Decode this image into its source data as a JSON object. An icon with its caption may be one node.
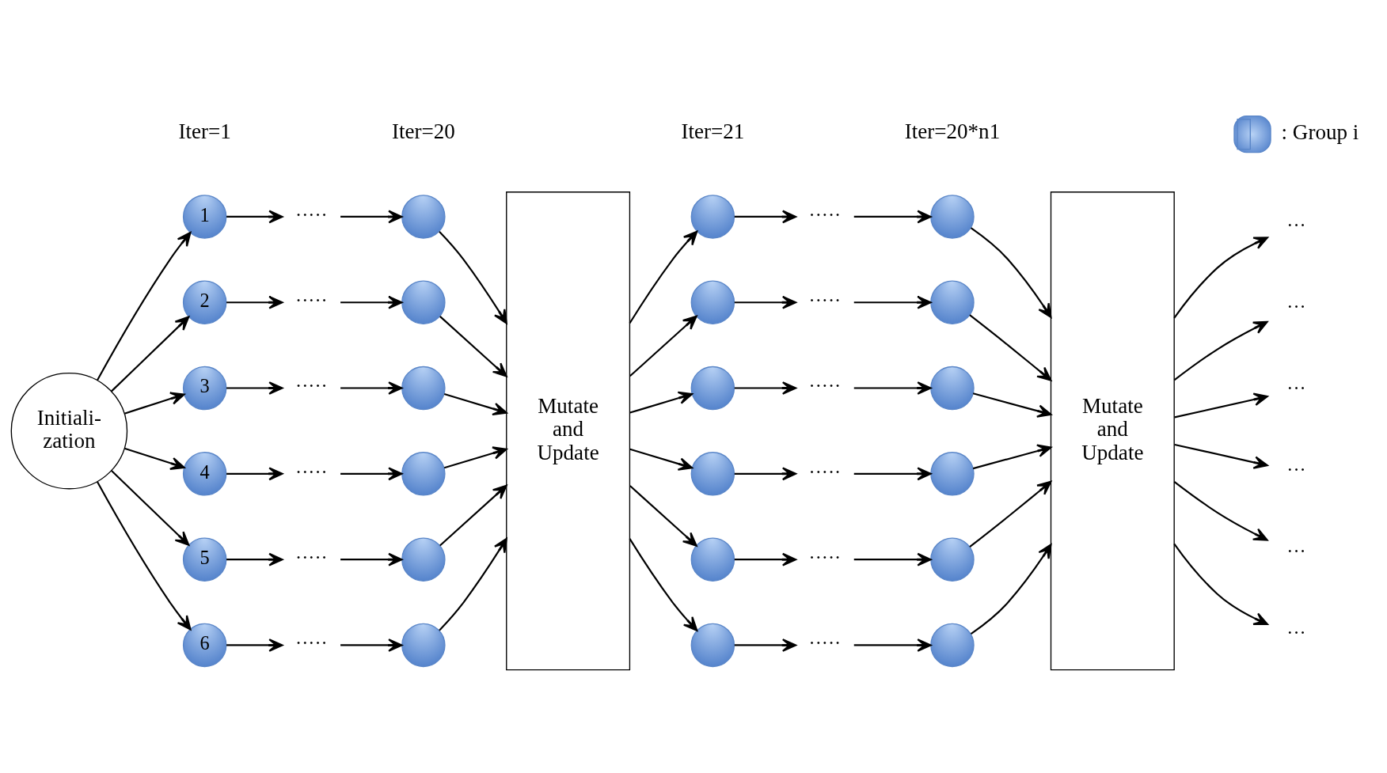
{
  "diagram": {
    "nodes": [
      {
        "text": [
          "Initiali- zation"
        ]
      },
      {
        "text": [
          "1"
        ]
      },
      {
        "text": [
          "2"
        ]
      },
      {
        "text": [
          "3"
        ]
      },
      {
        "text": [
          "4"
        ]
      },
      {
        "text": [
          "5"
        ]
      },
      {
        "text": [
          "6"
        ]
      },
      {
        "text": [
          "·····"
        ]
      },
      {
        "text": [
          "·····"
        ]
      },
      {
        "text": [
          "·····"
        ]
      },
      {
        "text": [
          "·····"
        ]
      },
      {
        "text": [
          "·····"
        ]
      },
      {
        "text": [
          "·····"
        ]
      },
      {
        "text": [],
        "shape": "circle"
      },
      {
        "text": [],
        "shape": "circle"
      },
      {
        "text": [],
        "shape": "circle"
      },
      {
        "text": [],
        "shape": "circle"
      },
      {
        "text": [],
        "shape": "circle"
      },
      {
        "text": [],
        "shape": "circle"
      },
      {
        "text": [
          "Mutate and Update"
        ]
      },
      {
        "text": [],
        "shape": "circle"
      },
      {
        "text": [],
        "shape": "circle"
      },
      {
        "text": [],
        "shape": "circle"
      },
      {
        "text": [],
        "shape": "circle"
      },
      {
        "text": [],
        "shape": "circle"
      },
      {
        "text": [],
        "shape": "circle"
      },
      {
        "text": [
          "·····"
        ]
      },
      {
        "text": [
          "·····"
        ]
      },
      {
        "text": [
          "·····"
        ]
      },
      {
        "text": [
          "·····"
        ]
      },
      {
        "text": [
          "·····"
        ]
      },
      {
        "text": [
          "·····"
        ]
      },
      {
        "text": [],
        "shape": "circle"
      },
      {
        "text": [],
        "shape": "circle"
      },
      {
        "text": [],
        "shape": "circle"
      },
      {
        "text": [],
        "shape": "circle"
      },
      {
        "text": [],
        "shape": "circle"
      },
      {
        "text": [],
        "shape": "circle"
      },
      {
        "text": [
          "Mutate and Update"
        ]
      },
      {
        "text": [
          "···"
        ]
      },
      {
        "text": [
          "···"
        ]
      },
      {
        "text": [
          "···"
        ]
      },
      {
        "text": [
          "···"
        ]
      },
      {
        "text": [
          "···"
        ]
      },
      {
        "text": [
          "···"
        ]
      }
    ],
    "edges": [
      {
        "from": 0,
        "to": 1,
        "arrow": "to"
      },
      {
        "from": 0,
        "to": 2,
        "arrow": "to"
      },
      {
        "from": 0,
        "to": 3,
        "arrow": "to"
      },
      {
        "from": 0,
        "to": 4,
        "arrow": "to"
      },
      {
        "from": 0,
        "to": 5,
        "arrow": "to"
      },
      {
        "from": 0,
        "to": 6,
        "arrow": "to"
      },
      {
        "from": 1,
        "to": 7,
        "arrow": "to"
      },
      {
        "from": 2,
        "to": 8,
        "arrow": "to"
      },
      {
        "from": 3,
        "to": 9,
        "arrow": "to"
      },
      {
        "from": 4,
        "to": 10,
        "arrow": "to"
      },
      {
        "from": 5,
        "to": 11,
        "arrow": "to"
      },
      {
        "from": 6,
        "to": 12,
        "arrow": "to"
      },
      {
        "from": 7,
        "to": 13,
        "arrow": "to"
      },
      {
        "from": 8,
        "to": 14,
        "arrow": "to"
      },
      {
        "from": 9,
        "to": 15,
        "arrow": "to"
      },
      {
        "from": 10,
        "to": 16,
        "arrow": "to"
      },
      {
        "from": 11,
        "to": 17,
        "arrow": "to"
      },
      {
        "from": 12,
        "to": 18,
        "arrow": "to"
      },
      {
        "from": 13,
        "to": 19,
        "arrow": "to"
      },
      {
        "from": 14,
        "to": 19,
        "arrow": "to"
      },
      {
        "from": 15,
        "to": 19,
        "arrow": "to"
      },
      {
        "from": 16,
        "to": 19,
        "arrow": "to"
      },
      {
        "from": 17,
        "to": 19,
        "arrow": "to"
      },
      {
        "from": 18,
        "to": 19,
        "arrow": "to"
      },
      {
        "from": 19,
        "to": 20,
        "arrow": "to"
      },
      {
        "from": 19,
        "to": 21,
        "arrow": "to"
      },
      {
        "from": 19,
        "to": 22,
        "arrow": "to"
      },
      {
        "from": 19,
        "to": 23,
        "arrow": "to"
      },
      {
        "from": 19,
        "to": 24,
        "arrow": "to"
      },
      {
        "from": 19,
        "to": 25,
        "arrow": "to"
      },
      {
        "from": 20,
        "to": 26,
        "arrow": "to"
      },
      {
        "from": 21,
        "to": 27,
        "arrow": "to"
      },
      {
        "from": 22,
        "to": 28,
        "arrow": "to"
      },
      {
        "from": 23,
        "to": 29,
        "arrow": "to"
      },
      {
        "from": 24,
        "to": 30,
        "arrow": "to"
      },
      {
        "from": 25,
        "to": 31,
        "arrow": "to"
      },
      {
        "from": 26,
        "to": 32,
        "arrow": "to"
      },
      {
        "from": 27,
        "to": 33,
        "arrow": "to"
      },
      {
        "from": 28,
        "to": 34,
        "arrow": "to"
      },
      {
        "from": 29,
        "to": 35,
        "arrow": "to"
      },
      {
        "from": 30,
        "to": 36,
        "arrow": "to"
      },
      {
        "from": 31,
        "to": 37,
        "arrow": "to"
      },
      {
        "from": 32,
        "to": 38,
        "arrow": "to"
      },
      {
        "from": 33,
        "to": 38,
        "arrow": "to"
      },
      {
        "from": 34,
        "to": 38,
        "arrow": "to"
      },
      {
        "from": 35,
        "to": 38,
        "arrow": "to"
      },
      {
        "from": 36,
        "to": 38,
        "arrow": "to"
      },
      {
        "from": 37,
        "to": 38,
        "arrow": "to"
      },
      {
        "from": 38,
        "to": 39,
        "arrow": "to"
      },
      {
        "from": 38,
        "to": 40,
        "arrow": "to"
      },
      {
        "from": 38,
        "to": 41,
        "arrow": "to"
      },
      {
        "from": 38,
        "to": 42,
        "arrow": "to"
      },
      {
        "from": 38,
        "to": 43,
        "arrow": "to"
      },
      {
        "from": 38,
        "to": 44,
        "arrow": "to"
      }
    ],
    "labels": [
      "Iter=1",
      "Iter=20",
      "Iter=21",
      "Iter=20*n1"
    ],
    "legend": [
      {
        "text": ": Group i"
      }
    ]
  }
}
